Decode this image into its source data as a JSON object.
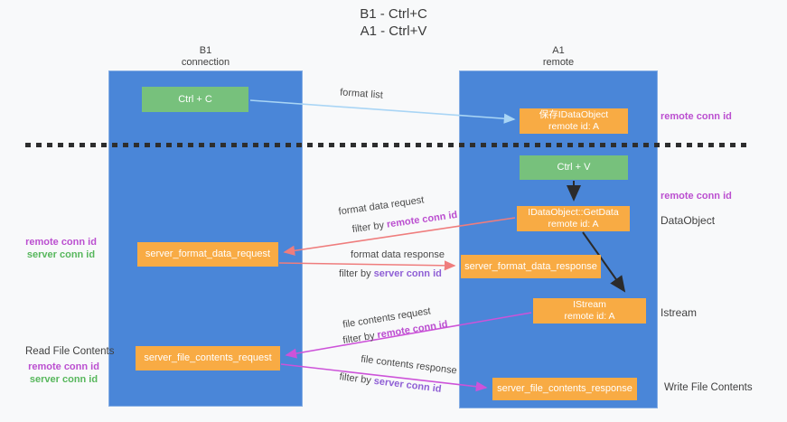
{
  "title": {
    "line1": "B1 - Ctrl+C",
    "line2": "A1 - Ctrl+V"
  },
  "lanes": {
    "left": {
      "header_line1": "B1",
      "header_line2": "connection"
    },
    "right": {
      "header_line1": "A1",
      "header_line2": "remote"
    }
  },
  "nodes": {
    "ctrl_c": "Ctrl + C",
    "ctrl_v": "Ctrl + V",
    "cache_idataobject": {
      "line1": "保存IDataObject",
      "line2": "remote id: A"
    },
    "getdata": {
      "line1": "IDataObject::GetData",
      "line2": "remote id: A"
    },
    "istream": {
      "line1": "IStream",
      "line2": "remote id: A"
    },
    "server_format_data_request": "server_format_data_request",
    "server_format_data_response": "server_format_data_response",
    "server_file_contents_request": "server_file_contents_request",
    "server_file_contents_response": "server_file_contents_response"
  },
  "edge_labels": {
    "format_list": "format list",
    "format_data_request": "format data request",
    "format_data_response": "format data response",
    "file_contents_request": "file contents request",
    "file_contents_response": "file contents response",
    "filter_by": "filter by ",
    "remote_conn_id": "remote conn id",
    "server_conn_id": "server conn id"
  },
  "side_labels": {
    "remote_conn_id": "remote conn id",
    "server_conn_id": "server conn id",
    "dataobject": "DataObject",
    "istream": "Istream",
    "read_file_contents": "Read File Contents",
    "write_file_contents": "Write File Contents"
  },
  "colors": {
    "lane_blue": "#4a86d8",
    "node_green": "#77c17c",
    "node_orange": "#f8ab44",
    "arrow_lightblue": "#a9d5f5",
    "arrow_salmon": "#ef7d7d",
    "arrow_magenta": "#cd53d9",
    "arrow_black": "#2b2b2b",
    "label_magenta": "#bb4fd0",
    "label_purple": "#8f5fd5",
    "label_green": "#57b75c",
    "background": "#f8f9fa"
  }
}
